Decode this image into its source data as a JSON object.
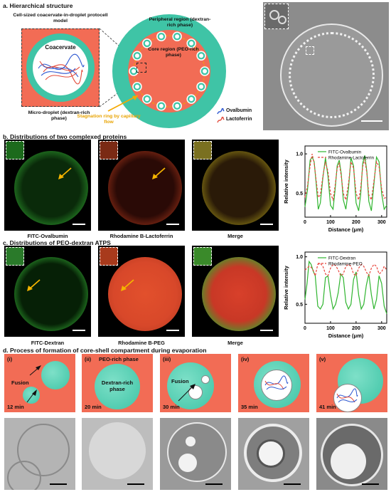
{
  "panel_a": {
    "title": "a. Hierarchical structure",
    "model_title": "Cell-sized coacervate-in-droplet protocell model",
    "coacervate": "Coacervate",
    "microdroplet": "Micro-droplet (dextran-rich phase)",
    "peripheral": "Peripheral region (dextran-rich phase)",
    "core": "Core region (PEO-rich phase)",
    "stagnation": "Stagnation ring by capillary flow",
    "legend_ovalbumin": "Ovalbumin",
    "legend_lactoferrin": "Lactoferrin"
  },
  "panel_b": {
    "title": "b. Distributions of two complexed proteins",
    "captions": [
      "FITC-Ovalbumin",
      "Rhodamine B-Lactoferrin",
      "Merge"
    ]
  },
  "panel_c": {
    "title": "c. Distributions of PEO-dextran ATPS",
    "captions": [
      "FITC-Dextran",
      "Rhodamine B-PEG",
      "Merge"
    ]
  },
  "panel_d": {
    "title": "d. Process of formation of core-shell compartment during evaporation",
    "steps": [
      {
        "num": "(i)",
        "time": "12 min",
        "note": "Fusion"
      },
      {
        "num": "(ii)",
        "time": "20 min",
        "note": "PEO-rich phase",
        "inner": "Dextran-rich phase"
      },
      {
        "num": "(iii)",
        "time": "30 min",
        "note": "Fusion"
      },
      {
        "num": "(iv)",
        "time": "35 min"
      },
      {
        "num": "(v)",
        "time": "41 min"
      }
    ]
  },
  "chart_data": [
    {
      "type": "line",
      "xlabel": "Distance (μm)",
      "ylabel": "Relative intensity",
      "xlim": [
        0,
        320
      ],
      "ylim": [
        0.2,
        1.1
      ],
      "xticks": [
        0,
        100,
        200,
        300
      ],
      "yticks": [
        0.5,
        1.0
      ],
      "legend_position": "top-center",
      "series": [
        {
          "name": "FITC-Ovalbumin",
          "color": "#2fb52f",
          "style": "solid",
          "x": [
            0,
            10,
            20,
            28,
            36,
            44,
            52,
            60,
            70,
            80,
            90,
            100,
            110,
            118,
            126,
            134,
            142,
            150,
            160,
            170,
            180,
            190,
            200,
            210,
            218,
            226,
            234,
            242,
            250,
            260,
            270,
            280,
            290,
            300,
            310,
            320
          ],
          "y": [
            0.33,
            0.55,
            0.92,
            0.96,
            0.9,
            0.62,
            0.3,
            0.38,
            0.7,
            0.95,
            0.72,
            0.35,
            0.3,
            0.55,
            0.85,
            0.92,
            0.75,
            0.42,
            0.3,
            0.55,
            0.95,
            0.85,
            0.38,
            0.28,
            0.48,
            0.88,
            0.98,
            0.78,
            0.4,
            0.28,
            0.62,
            0.96,
            0.9,
            0.5,
            0.3,
            0.35
          ]
        },
        {
          "name": "Rhodamine-Lactoferrin",
          "color": "#e8453c",
          "style": "dashed",
          "x": [
            0,
            10,
            20,
            28,
            36,
            44,
            52,
            60,
            70,
            80,
            90,
            100,
            110,
            118,
            126,
            134,
            142,
            150,
            160,
            170,
            180,
            190,
            200,
            210,
            218,
            226,
            234,
            242,
            250,
            260,
            270,
            280,
            290,
            300,
            310,
            320
          ],
          "y": [
            0.45,
            0.6,
            0.85,
            1.0,
            0.88,
            0.66,
            0.45,
            0.48,
            0.72,
            0.9,
            0.78,
            0.5,
            0.42,
            0.6,
            0.82,
            0.88,
            0.72,
            0.5,
            0.42,
            0.62,
            0.9,
            0.82,
            0.5,
            0.42,
            0.56,
            0.84,
            0.93,
            0.76,
            0.48,
            0.42,
            0.66,
            0.9,
            0.84,
            0.56,
            0.44,
            0.45
          ]
        }
      ]
    },
    {
      "type": "line",
      "xlabel": "Distance (μm)",
      "ylabel": "Relative intensity",
      "xlim": [
        0,
        320
      ],
      "ylim": [
        0.3,
        1.05
      ],
      "xticks": [
        0,
        100,
        200,
        300
      ],
      "yticks": [
        0.5,
        1.0
      ],
      "legend_position": "top-center",
      "series": [
        {
          "name": "FITC-Dextran",
          "color": "#2fb52f",
          "style": "solid",
          "x": [
            0,
            8,
            16,
            24,
            32,
            40,
            50,
            60,
            70,
            80,
            90,
            100,
            110,
            120,
            130,
            140,
            150,
            160,
            170,
            180,
            190,
            200,
            210,
            220,
            230,
            240,
            250,
            260,
            270,
            280,
            290,
            300,
            310,
            320
          ],
          "y": [
            0.55,
            0.72,
            0.95,
            0.92,
            0.85,
            0.8,
            0.48,
            0.45,
            0.5,
            0.78,
            0.8,
            0.6,
            0.45,
            0.5,
            0.62,
            0.82,
            0.78,
            0.52,
            0.45,
            0.5,
            0.76,
            0.84,
            0.6,
            0.45,
            0.5,
            0.7,
            0.82,
            0.6,
            0.45,
            0.55,
            0.8,
            0.72,
            0.48,
            0.4
          ]
        },
        {
          "name": "Rhodamine-PEO",
          "color": "#e8453c",
          "style": "dashed",
          "x": [
            0,
            8,
            16,
            24,
            32,
            40,
            50,
            60,
            70,
            80,
            90,
            100,
            110,
            120,
            130,
            140,
            150,
            160,
            170,
            180,
            190,
            200,
            210,
            220,
            230,
            240,
            250,
            260,
            270,
            280,
            290,
            300,
            310,
            320
          ],
          "y": [
            0.86,
            0.88,
            0.9,
            0.89,
            0.86,
            0.8,
            0.92,
            0.93,
            0.9,
            0.82,
            0.8,
            0.88,
            0.92,
            0.91,
            0.86,
            0.8,
            0.82,
            0.9,
            0.92,
            0.9,
            0.82,
            0.8,
            0.88,
            0.92,
            0.9,
            0.84,
            0.8,
            0.88,
            0.92,
            0.9,
            0.82,
            0.84,
            0.9,
            0.86
          ]
        }
      ]
    }
  ]
}
